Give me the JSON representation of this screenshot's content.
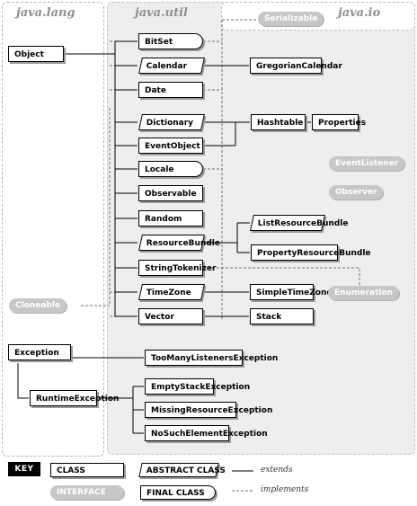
{
  "packages": {
    "lang": "java.lang",
    "util": "java.util",
    "io": "java.io"
  },
  "classes": {
    "object": "Object",
    "bitset": "BitSet",
    "calendar": "Calendar",
    "gregorian_calendar": "GregorianCalendar",
    "date": "Date",
    "dictionary": "Dictionary",
    "hashtable": "Hashtable",
    "properties": "Properties",
    "event_object": "EventObject",
    "locale": "Locale",
    "observable": "Observable",
    "random": "Random",
    "resource_bundle": "ResourceBundle",
    "list_resource_bundle": "ListResourceBundle",
    "property_resource_bundle": "PropertyResourceBundle",
    "string_tokenizer": "StringTokenizer",
    "time_zone": "TimeZone",
    "simple_time_zone": "SimpleTimeZone",
    "vector": "Vector",
    "stack": "Stack",
    "exception": "Exception",
    "runtime_exception": "RuntimeException",
    "too_many_listeners_exception": "TooManyListenersException",
    "empty_stack_exception": "EmptyStackException",
    "missing_resource_exception": "MissingResourceException",
    "no_such_element_exception": "NoSuchElementException"
  },
  "interfaces": {
    "serializable": "Serializable",
    "event_listener": "EventListener",
    "observer": "Observer",
    "cloneable": "Cloneable",
    "enumeration": "Enumeration"
  },
  "key": {
    "title": "KEY",
    "class": "CLASS",
    "abstract_class": "ABSTRACT CLASS",
    "interface": "INTERFACE",
    "final_class": "FINAL CLASS",
    "extends": "extends",
    "implements": "implements"
  },
  "colors": {
    "util_region": "#eeeeee",
    "interface_fill": "#c7c7c7",
    "package_label": "#8f8f8f"
  }
}
